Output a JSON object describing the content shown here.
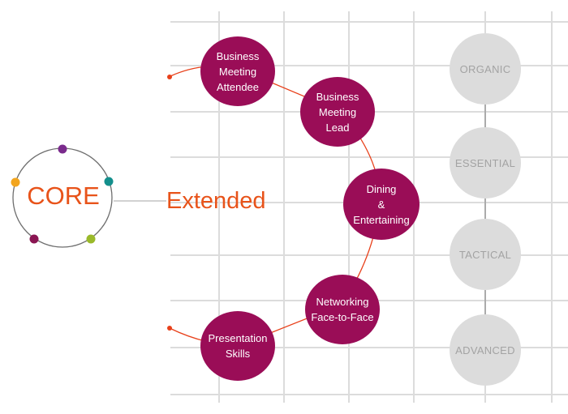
{
  "core": {
    "label": "CORE",
    "dot_colors": [
      "#7a2b8c",
      "#148f8c",
      "#9ab92a",
      "#8a1552",
      "#f2a51e"
    ]
  },
  "extended": {
    "label": "Extended"
  },
  "nodes": [
    {
      "id": "business-meeting-attendee",
      "lines": [
        "Business",
        "Meeting",
        "Attendee"
      ]
    },
    {
      "id": "business-meeting-lead",
      "lines": [
        "Business",
        "Meeting",
        "Lead"
      ]
    },
    {
      "id": "dining-entertaining",
      "lines": [
        "Dining",
        "&",
        "Entertaining"
      ]
    },
    {
      "id": "networking-face-to-face",
      "lines": [
        "Networking",
        "Face-to-Face"
      ]
    },
    {
      "id": "presentation-skills",
      "lines": [
        "Presentation",
        "Skills"
      ]
    }
  ],
  "levels": [
    "ORGANIC",
    "ESSENTIAL",
    "TACTICAL",
    "ADVANCED"
  ],
  "colors": {
    "node_fill": "#9a0d57",
    "accent_orange": "#e8531a",
    "connector_red": "#e8401a",
    "level_gray": "#dcdcdc",
    "level_text": "#a3a3a3"
  }
}
